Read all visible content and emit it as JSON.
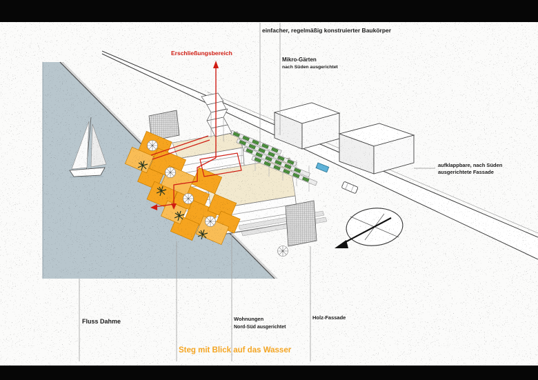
{
  "diagram_title": "Steg mit Blick auf das Wasser",
  "palette": {
    "water": "#b8c6cd",
    "deck_orange": "#f6a41f",
    "deck_orange_light": "#f9bd56",
    "red": "#d01c12",
    "green": "#4a8f3a",
    "green_dark": "#1e4d18",
    "beige": "#f2e9cf",
    "orange_text": "#f5a623",
    "paper": "#fbfbfa",
    "bar_black": "#060606"
  },
  "annotations": {
    "building_type": {
      "text": "einfacher, regelmäßig konstruierter Baukörper"
    },
    "circulation": {
      "text": "Erschließungsbereich"
    },
    "micro_gardens": {
      "line1": "Mikro-Gärten",
      "line2": "nach Süden ausgerichtet"
    },
    "facade_south": {
      "line1": "aufklappbare, nach Süden",
      "line2": "ausgerichtete Fassade"
    },
    "river": {
      "text": "Fluss Dahme"
    },
    "apartments": {
      "line1": "Wohnungen",
      "line2": "Nord-Süd ausgerichtet"
    },
    "wood_facade": {
      "text": "Holz-Fassade"
    },
    "walkway": {
      "text": "Steg mit Blick auf das Wasser"
    }
  },
  "icons": {
    "sailboat": "sailboat-icon",
    "parasol": "parasol-icon",
    "palm_plant": "palm-plant-icon",
    "north_arrow": "north-arrow-icon",
    "car": "car-icon",
    "bus": "bus-icon"
  }
}
